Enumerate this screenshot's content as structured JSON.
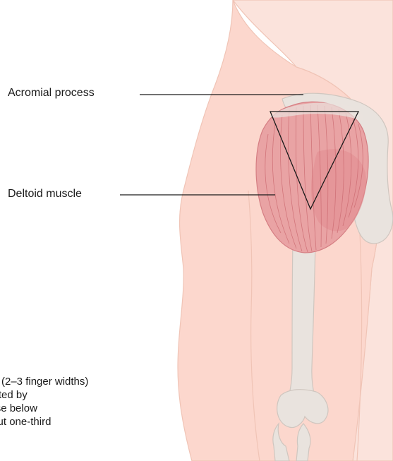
{
  "labels": {
    "acromial_process": "Acromial process",
    "deltoid_muscle": "Deltoid muscle"
  },
  "caption_lines": [
    "(2–3 finger widths)",
    "o be located by",
    "wide base below",
    "site about one-third"
  ],
  "colors": {
    "skin": "#fbe3dc",
    "skin_outline": "#f0c4b6",
    "bone": "#e9e3de",
    "bone_outline": "#cfc6bf",
    "muscle": "#e9a3a4",
    "muscle_dark": "#d57e83",
    "muscle_lines": "#c9666d",
    "leader_line": "#1a1a1a",
    "triangle": "#1a1a1a"
  }
}
